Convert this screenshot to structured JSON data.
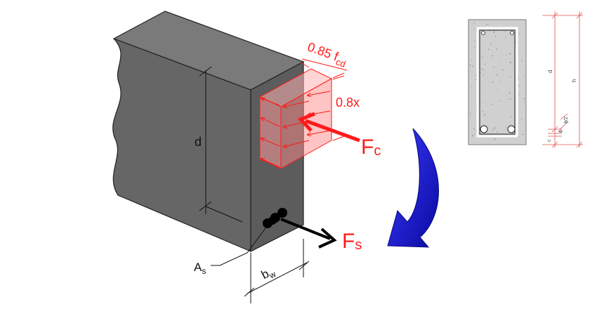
{
  "beam": {
    "label_d": "d",
    "label_As_main": "A",
    "label_As_sub": "s",
    "label_bw_main": "b",
    "label_bw_sub": "w"
  },
  "stress_block": {
    "label_stress_main": "0.85 f",
    "label_stress_sub": "cd",
    "label_depth": "0.8x",
    "label_Fc_main": "F",
    "label_Fc_sub": "c"
  },
  "tension": {
    "label_Fs_main": "F",
    "label_Fs_sub": "s"
  },
  "section": {
    "label_d": "d",
    "label_h": "h",
    "label_c": "c",
    "label_phi": "ϕ",
    "label_phi_half": "ϕ/2"
  },
  "colors": {
    "concrete": "#6b6b6b",
    "concrete_side": "#5e5e5e",
    "stress_red": "#ff1a1a",
    "moment_blue": "#1414d9",
    "section_fill": "#d0d0d0"
  }
}
